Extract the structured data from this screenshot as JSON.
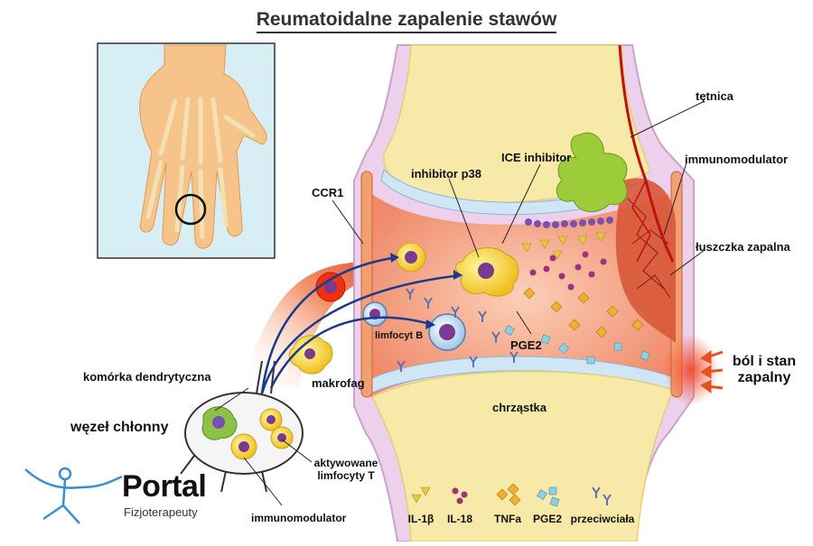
{
  "title": "Reumatoidalne zapalenie stawów",
  "labels": {
    "tetnica": "tętnica",
    "immunomodulator_top": "immunomodulator",
    "luszczka": "łuszczka zapalna",
    "bol": "ból i stan\nzapalny",
    "ice": "ICE inhibitor",
    "p38": "inhibitor p38",
    "ccr1": "CCR1",
    "limfocyt_b": "limfocyt B",
    "makrofag": "makrofag",
    "pge2": "PGE2",
    "chrzastka": "chrząstka",
    "komorka": "komórka dendrytyczna",
    "wezel": "węzeł chłonny",
    "aktywowane": "aktywowane\nlimfocyty T",
    "immunomodulator_bottom": "immunomodulator"
  },
  "legend": [
    {
      "label": "IL-1β",
      "shape": "triangle",
      "color": "#e8c840"
    },
    {
      "label": "IL-18",
      "shape": "dots",
      "color": "#a03080"
    },
    {
      "label": "TNFa",
      "shape": "diamond",
      "color": "#f0b030"
    },
    {
      "label": "PGE2",
      "shape": "square",
      "color": "#8fd0e0"
    },
    {
      "label": "przeciwciała",
      "shape": "antibody",
      "color": "#6070b0"
    }
  ],
  "logo": {
    "word": "Portal",
    "sub": "Fizjoterapeuty"
  },
  "colors": {
    "bone": "#f7e9a8",
    "synovial": "#f7a88a",
    "capsule": "#e8c8e8",
    "cartilage": "#cfe6f5",
    "inflamed": "#c0392b",
    "arrow": "#1c3a8a"
  }
}
